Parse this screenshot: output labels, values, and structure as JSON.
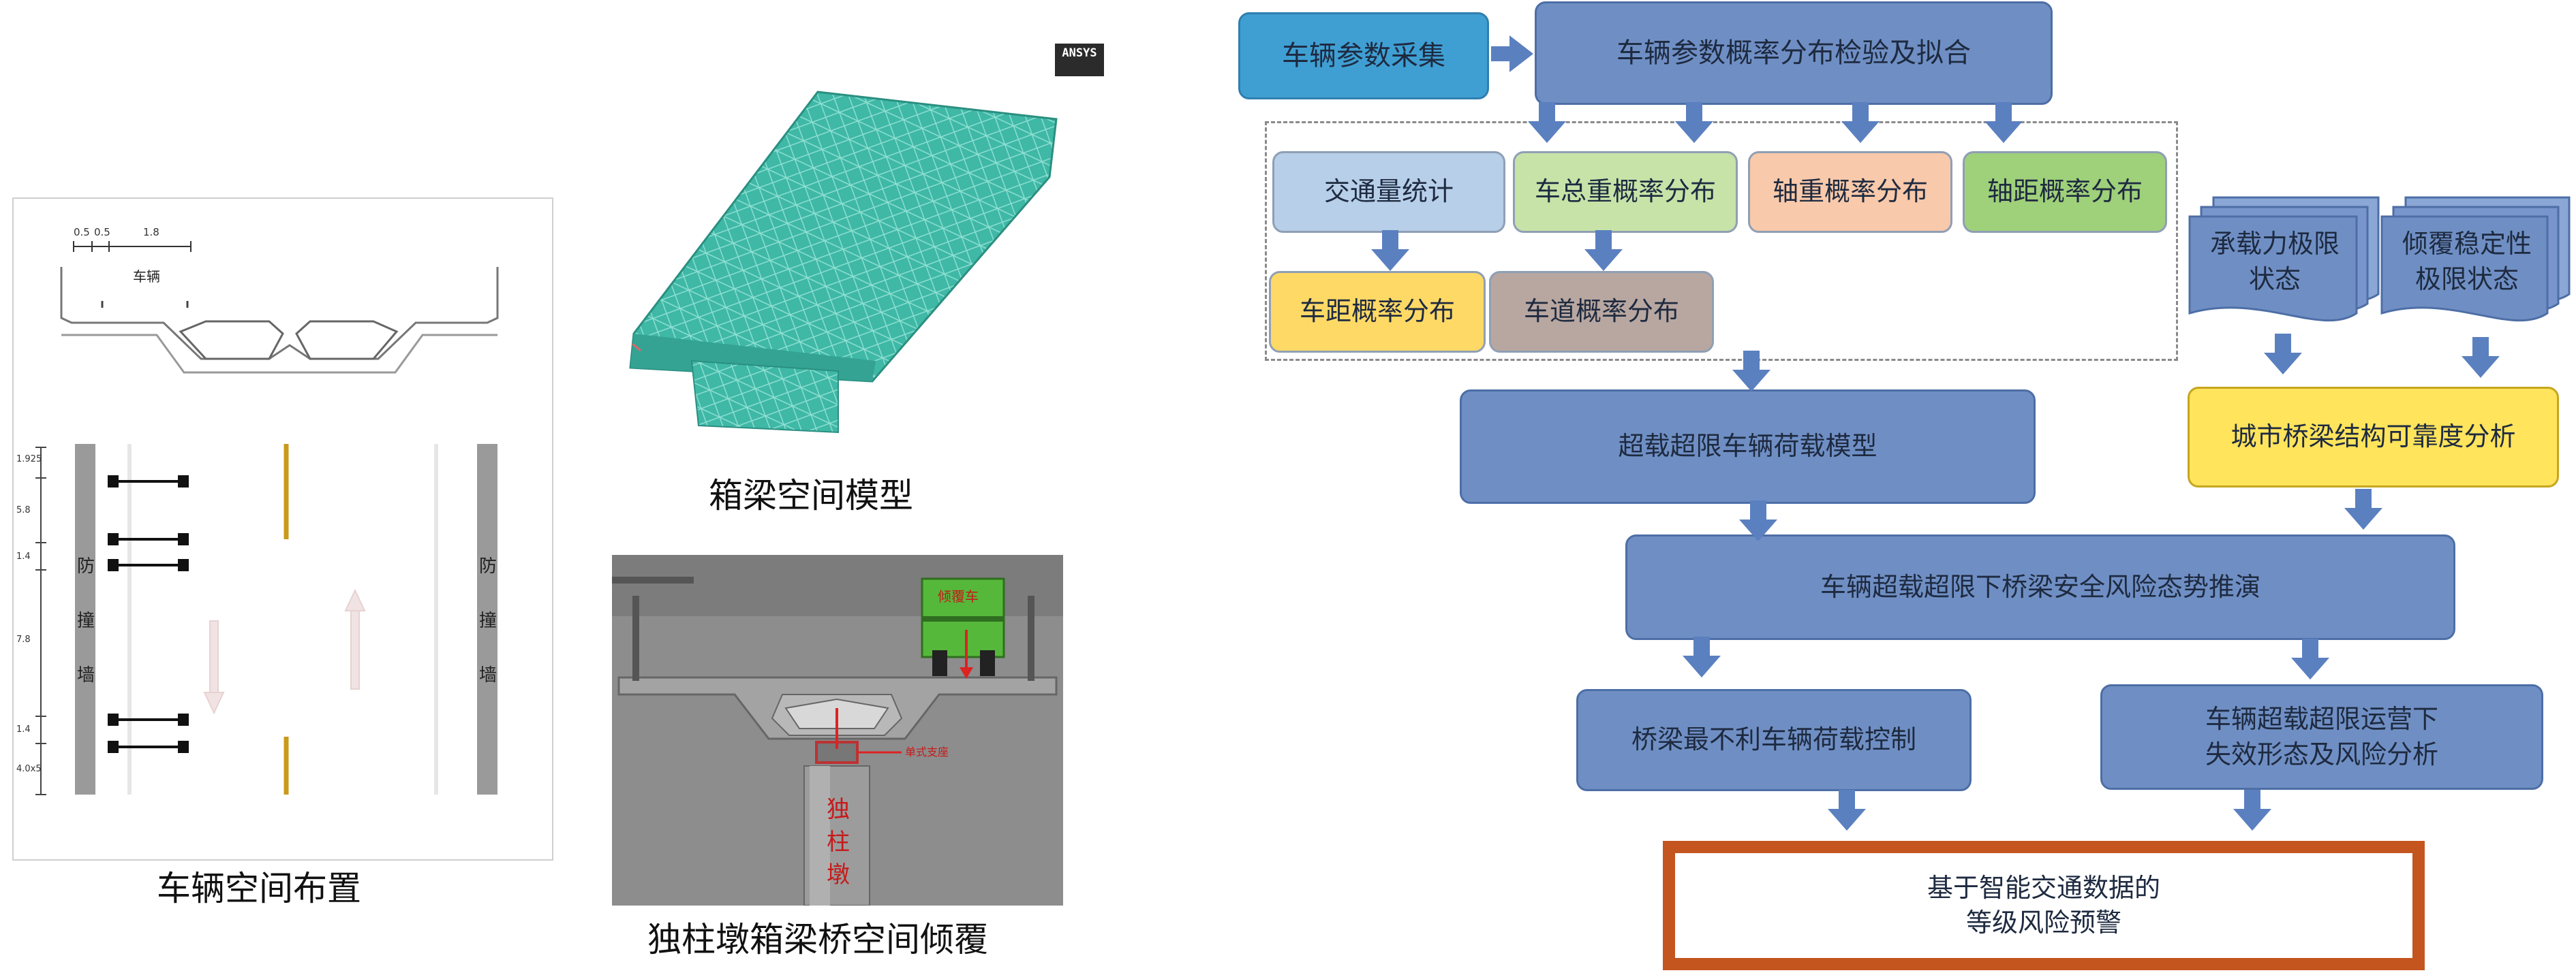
{
  "left_panel": {
    "vehicle_label": "车辆",
    "dim_top": [
      "0.5",
      "0.5",
      "1.8"
    ],
    "dim_side": [
      "1.925",
      "5.8",
      "1.4",
      "7.8",
      "1.4",
      "4.0x5"
    ],
    "barrier_left": [
      "防",
      "撞",
      "墙"
    ],
    "barrier_right": [
      "防",
      "撞",
      "墙"
    ],
    "caption": "车辆空间布置"
  },
  "mid_panel": {
    "ansys_logo": "ANSYS",
    "model_caption": "箱梁空间模型",
    "overturn_truck_label": "倾覆车",
    "bearing_label": "单式支座",
    "pier_label": [
      "独",
      "柱",
      "墩"
    ],
    "overturn_caption": "独柱墩箱梁桥空间倾覆"
  },
  "flowchart": {
    "collect": "车辆参数采集",
    "fit": "车辆参数概率分布检验及拟合",
    "traffic_volume": "交通量统计",
    "gross_weight": "车总重概率分布",
    "axle_weight": "轴重概率分布",
    "wheelbase": "轴距概率分布",
    "headway": "车距概率分布",
    "lane": "车道概率分布",
    "bearing_capacity": [
      "承载力极限",
      "状态"
    ],
    "overturn_stability": [
      "倾覆稳定性",
      "极限状态"
    ],
    "overload_model": "超载超限车辆荷载模型",
    "reliability": "城市桥梁结构可靠度分析",
    "risk_deduction": "车辆超载超限下桥梁安全风险态势推演",
    "unfavorable_control": "桥梁最不利车辆荷载控制",
    "failure_analysis": [
      "车辆超载超限运营下",
      "失效形态及风险分析"
    ],
    "warning": [
      "基于智能交通数据的",
      "等级风险预警"
    ]
  },
  "colors": {
    "flow_blue": "#6f8fc4",
    "collect_blue": "#3f9fd3",
    "traffic_blue": "#b7cfe8",
    "gross_green": "#c7e3a8",
    "axle_peach": "#f8c9aa",
    "wheelbase_green": "#9fd07a",
    "headway_yellow": "#ffd966",
    "lane_taupe": "#b8a7a0",
    "reliability_yellow": "#ffe45c",
    "warning_border": "#c4551f",
    "fe_mesh": "#3fb8a6"
  }
}
